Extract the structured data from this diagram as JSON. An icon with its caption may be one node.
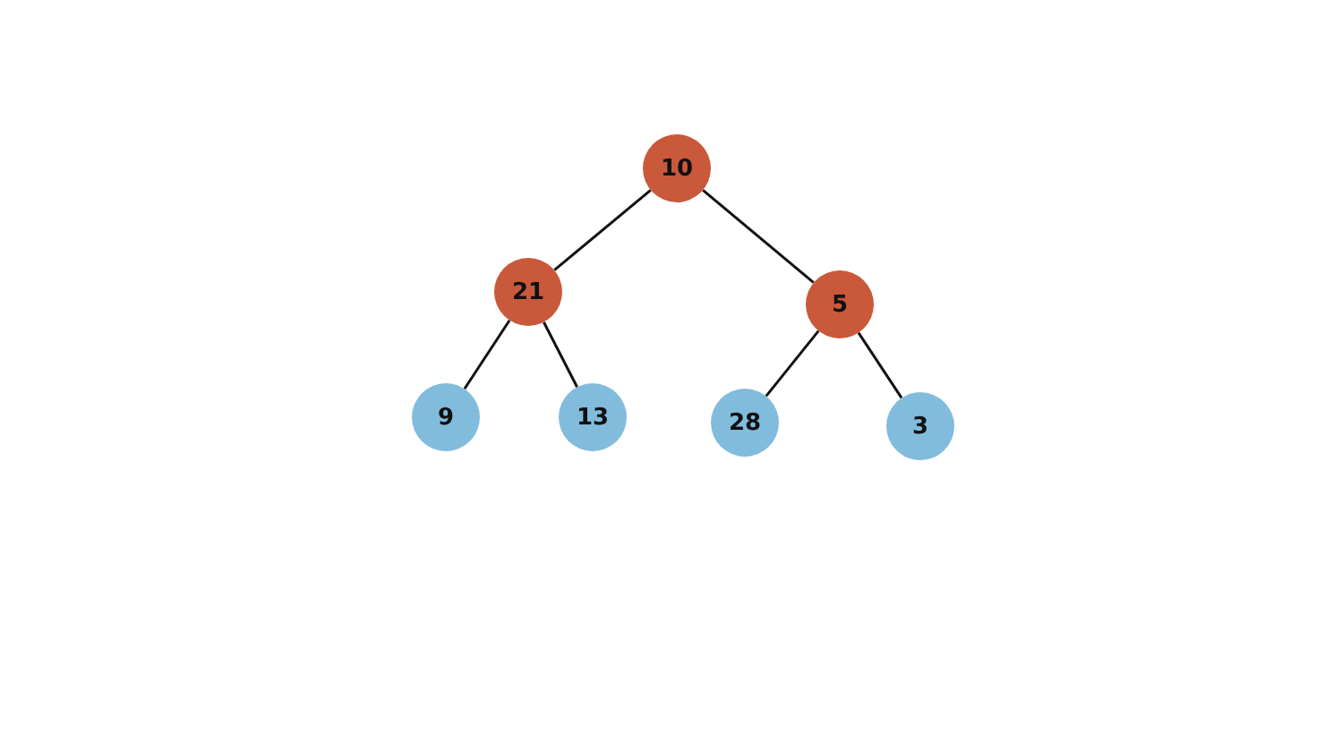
{
  "diagram": {
    "nodes": [
      {
        "text": [
          "10"
        ]
      },
      {
        "text": [
          "21"
        ]
      },
      {
        "text": [
          "5"
        ]
      },
      {
        "text": [
          "9"
        ]
      },
      {
        "text": [
          "13"
        ]
      },
      {
        "text": [
          "28"
        ]
      },
      {
        "text": [
          "3"
        ]
      }
    ],
    "edges": [
      {
        "from": 0,
        "to": 1,
        "arrow": "none"
      },
      {
        "from": 0,
        "to": 2,
        "arrow": "none"
      },
      {
        "from": 1,
        "to": 3,
        "arrow": "none"
      },
      {
        "from": 1,
        "to": 4,
        "arrow": "none"
      },
      {
        "from": 2,
        "to": 5,
        "arrow": "none"
      },
      {
        "from": 2,
        "to": 6,
        "arrow": "none"
      }
    ]
  }
}
